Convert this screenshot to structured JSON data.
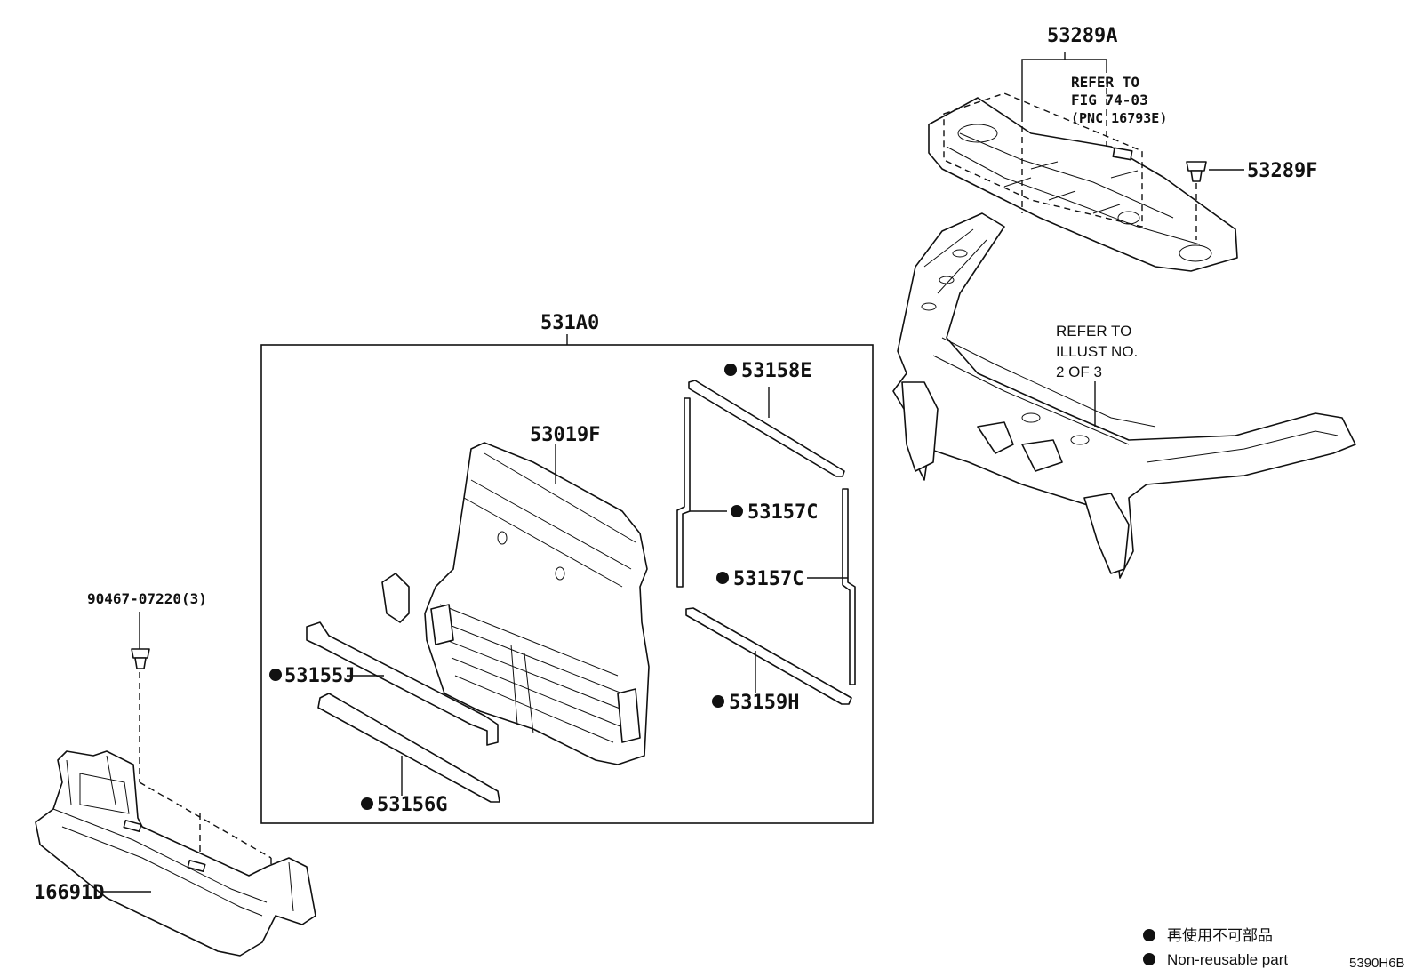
{
  "parts": {
    "p53289A": "53289A",
    "p53289F": "53289F",
    "p531A0": "531A0",
    "p53158E": "53158E",
    "p53019F": "53019F",
    "p53157C_a": "53157C",
    "p53157C_b": "53157C",
    "p53155J": "53155J",
    "p53159H": "53159H",
    "p53156G": "53156G",
    "p90467": "90467-07220(3)",
    "p16691D": "16691D"
  },
  "refs": {
    "fig_line1": "REFER TO",
    "fig_line2": "FIG 74-03",
    "fig_line3": "(PNC 16793E)",
    "illust_line1": "REFER TO",
    "illust_line2": "ILLUST NO.",
    "illust_line3": "2 OF 3"
  },
  "legend": {
    "line1": "再使用不可部品",
    "line2": "Non-reusable part"
  },
  "diagram_id": "5390H6B"
}
